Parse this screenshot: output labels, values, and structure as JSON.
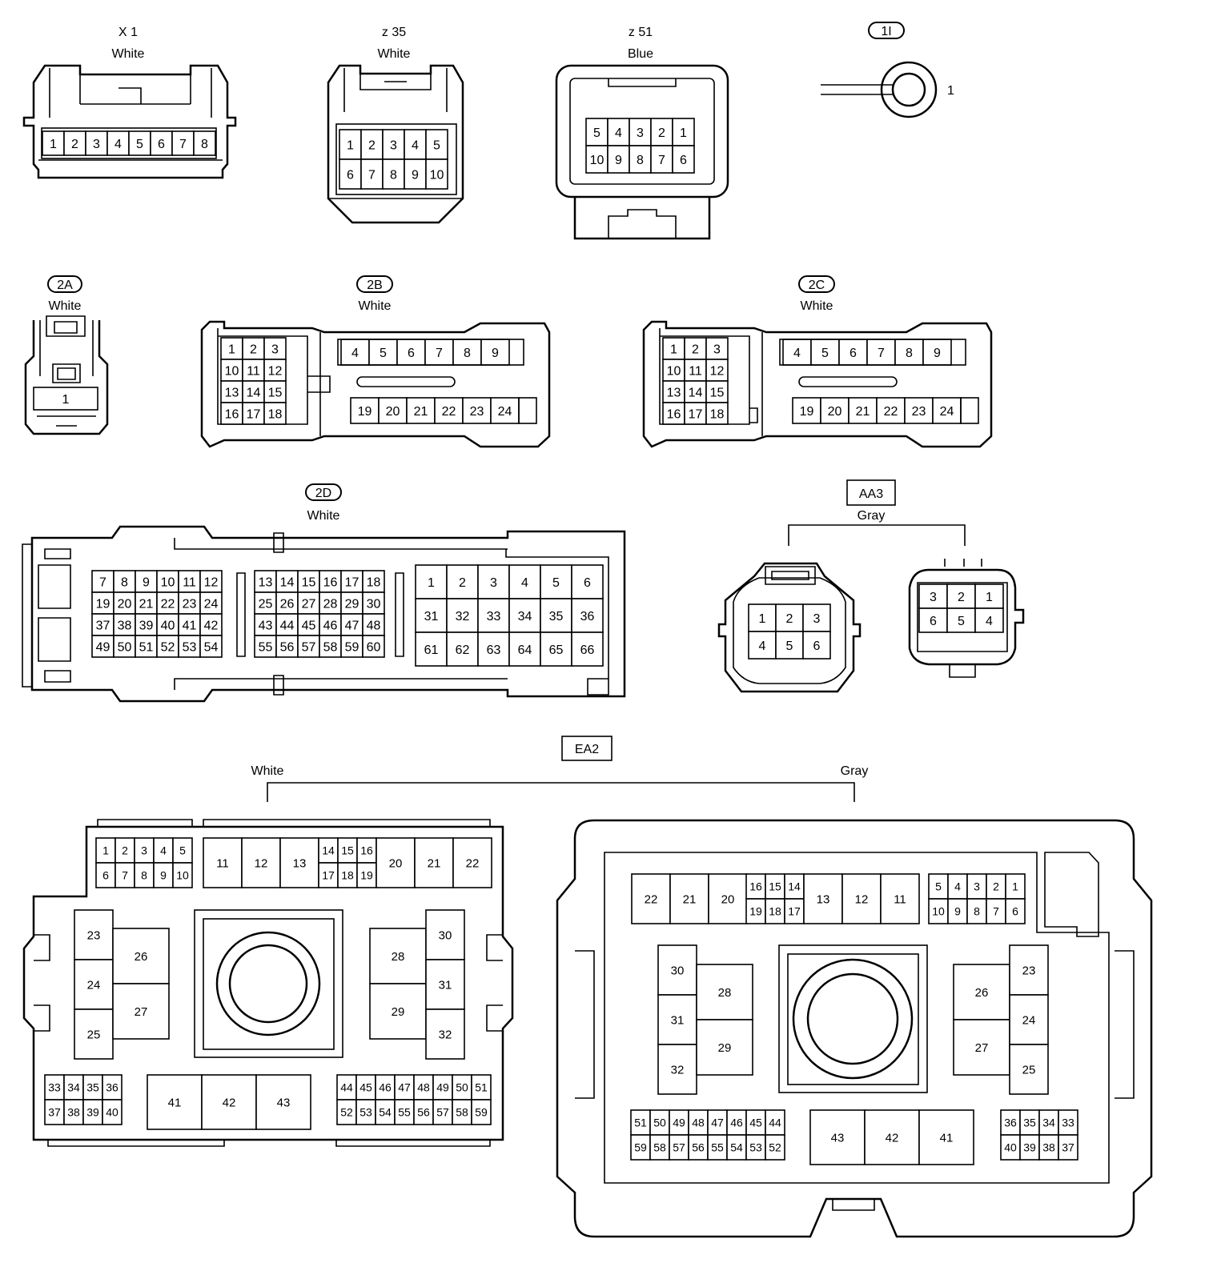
{
  "connectors": {
    "x1": {
      "code": "X 1",
      "color": "White",
      "pins": [
        "1",
        "2",
        "3",
        "4",
        "5",
        "6",
        "7",
        "8"
      ]
    },
    "z35": {
      "code": "z 35",
      "color": "White",
      "pins": [
        "1",
        "2",
        "3",
        "4",
        "5",
        "6",
        "7",
        "8",
        "9",
        "10"
      ]
    },
    "z51": {
      "code": "z 51",
      "color": "Blue",
      "pins": [
        "5",
        "4",
        "3",
        "2",
        "1",
        "10",
        "9",
        "8",
        "7",
        "6"
      ]
    },
    "c1i": {
      "code": "1I",
      "pin": "1"
    },
    "c2a": {
      "code": "2A",
      "color": "White",
      "pins": [
        "1"
      ]
    },
    "c2b": {
      "code": "2B",
      "color": "White",
      "pins": [
        "1",
        "2",
        "3",
        "10",
        "11",
        "12",
        "13",
        "14",
        "15",
        "16",
        "17",
        "18",
        "4",
        "5",
        "6",
        "7",
        "8",
        "9",
        "19",
        "20",
        "21",
        "22",
        "23",
        "24"
      ]
    },
    "c2c": {
      "code": "2C",
      "color": "White",
      "pins": [
        "1",
        "2",
        "3",
        "10",
        "11",
        "12",
        "13",
        "14",
        "15",
        "16",
        "17",
        "18",
        "4",
        "5",
        "6",
        "7",
        "8",
        "9",
        "19",
        "20",
        "21",
        "22",
        "23",
        "24"
      ]
    },
    "c2d": {
      "code": "2D",
      "color": "White",
      "pins": [
        "7",
        "8",
        "9",
        "10",
        "11",
        "12",
        "19",
        "20",
        "21",
        "22",
        "23",
        "24",
        "37",
        "38",
        "39",
        "40",
        "41",
        "42",
        "49",
        "50",
        "51",
        "52",
        "53",
        "54",
        "13",
        "14",
        "15",
        "16",
        "17",
        "18",
        "25",
        "26",
        "27",
        "28",
        "29",
        "30",
        "43",
        "44",
        "45",
        "46",
        "47",
        "48",
        "55",
        "56",
        "57",
        "58",
        "59",
        "60",
        "1",
        "2",
        "3",
        "4",
        "5",
        "6",
        "31",
        "32",
        "33",
        "34",
        "35",
        "36",
        "61",
        "62",
        "63",
        "64",
        "65",
        "66"
      ]
    },
    "aa3": {
      "code": "AA3",
      "color": "Gray",
      "left_pins": [
        "1",
        "2",
        "3",
        "4",
        "5",
        "6"
      ],
      "right_pins": [
        "3",
        "2",
        "1",
        "6",
        "5",
        "4"
      ]
    },
    "ea2": {
      "code": "EA2",
      "left_color": "White",
      "right_color": "Gray",
      "left_pins": [
        "1",
        "2",
        "3",
        "4",
        "5",
        "6",
        "7",
        "8",
        "9",
        "10",
        "11",
        "12",
        "13",
        "14",
        "15",
        "16",
        "17",
        "18",
        "19",
        "20",
        "21",
        "22",
        "23",
        "24",
        "25",
        "26",
        "27",
        "28",
        "29",
        "30",
        "31",
        "32",
        "33",
        "34",
        "35",
        "36",
        "37",
        "38",
        "39",
        "40",
        "41",
        "42",
        "43",
        "44",
        "45",
        "46",
        "47",
        "48",
        "49",
        "50",
        "51",
        "52",
        "53",
        "54",
        "55",
        "56",
        "57",
        "58",
        "59"
      ],
      "right_pins": [
        "22",
        "21",
        "20",
        "16",
        "15",
        "14",
        "19",
        "18",
        "17",
        "13",
        "12",
        "11",
        "5",
        "4",
        "3",
        "2",
        "1",
        "10",
        "9",
        "8",
        "7",
        "6",
        "30",
        "31",
        "32",
        "28",
        "29",
        "26",
        "27",
        "23",
        "24",
        "25",
        "51",
        "50",
        "49",
        "48",
        "47",
        "46",
        "45",
        "44",
        "59",
        "58",
        "57",
        "56",
        "55",
        "54",
        "53",
        "52",
        "43",
        "42",
        "41",
        "36",
        "35",
        "34",
        "33",
        "40",
        "39",
        "38",
        "37"
      ]
    }
  }
}
